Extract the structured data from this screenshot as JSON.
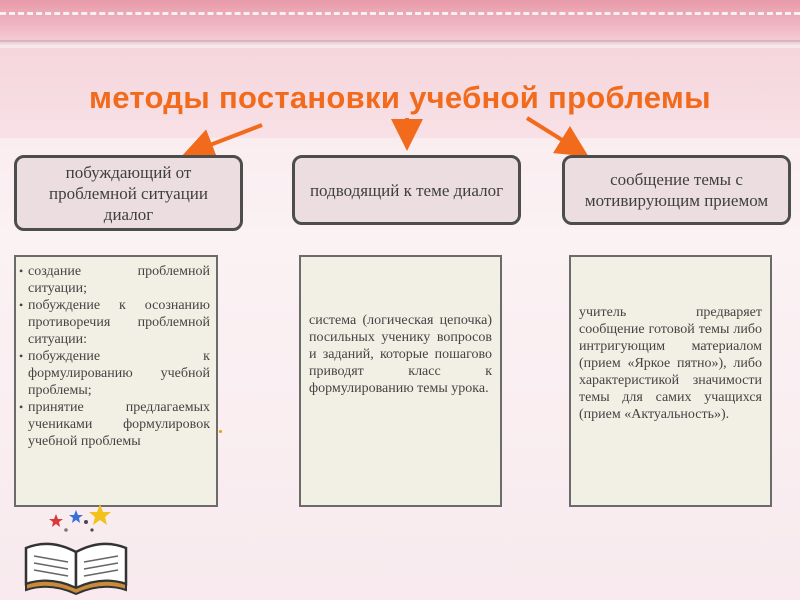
{
  "title": "методы постановки учебной проблемы",
  "categories": [
    {
      "label": "побуждающий от проблемной ситуации диалог",
      "items": [
        "создание проблемной ситуации;",
        "побуждение к осознанию противоречия проблемной ситуации:",
        "побуждение к формулированию учебной проблемы;",
        "принятие предлагаемых учениками формулировок учебной проблемы"
      ]
    },
    {
      "label": "подводящий к теме диалог",
      "text": "система (логическая цепочка) посильных ученику вопросов и заданий, которые пошагово приводят класс к формулированию темы урока."
    },
    {
      "label": "сообщение темы с мотивирующим приемом",
      "text": "учитель предваряет сообщение готовой темы либо интригующим материалом (прием «Яркое пятно»), либо характеристикой значимости темы для самих учащихся (прием «Актуальность»)."
    }
  ],
  "colors": {
    "accent": "#f26a1b",
    "box_border": "#4d4d4d",
    "category_fill": "#ecdde1",
    "description_fill": "#f2efe4",
    "top_band": "#f0b6c2"
  },
  "decor": {
    "icons": [
      "open-book-icon",
      "star-icon"
    ]
  }
}
